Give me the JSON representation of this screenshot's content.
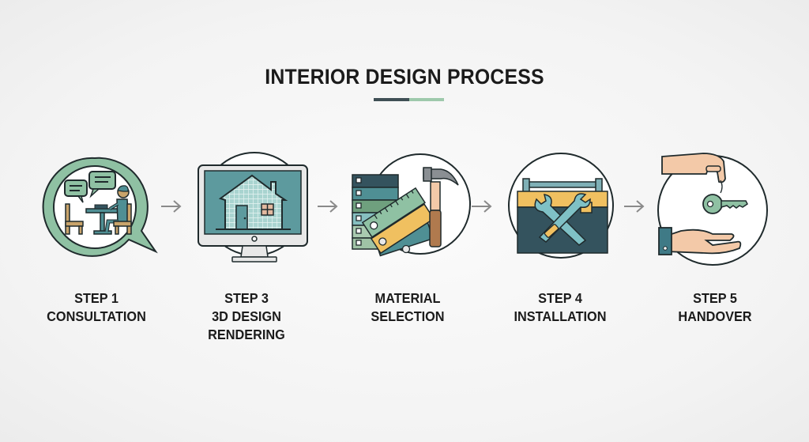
{
  "header": {
    "title": "INTERIOR DESIGN PROCESS",
    "underline_colors": {
      "dark": "#3f4f55",
      "light": "#9ec9ac"
    }
  },
  "steps": [
    {
      "step_label": "STEP 1",
      "title_lines": [
        "CONSULTATION"
      ],
      "icon": "consultation-speech-bubble-icon"
    },
    {
      "step_label": "STEP 3",
      "title_lines": [
        "3D DESIGN",
        "RENDERING"
      ],
      "icon": "monitor-house-icon"
    },
    {
      "step_label": "",
      "title_lines": [
        "MATERIAL",
        "SELECTION"
      ],
      "icon": "swatches-hammer-icon"
    },
    {
      "step_label": "STEP 4",
      "title_lines": [
        "INSTALLATION"
      ],
      "icon": "toolbox-wrenches-icon"
    },
    {
      "step_label": "STEP 5",
      "title_lines": [
        "HANDOVER"
      ],
      "icon": "hand-key-handover-icon"
    }
  ],
  "arrows": {
    "count": 4,
    "icon": "arrow-right-icon",
    "color": "#8a8a8a"
  },
  "palette": {
    "outline": "#1f2a2c",
    "sage": "#8fc1a3",
    "teal": "#4f8f94",
    "navy": "#34535e",
    "wood": "#c9a46b",
    "gold": "#f0c060",
    "skin": "#f3c9a8",
    "cuff": "#3f7a86"
  }
}
